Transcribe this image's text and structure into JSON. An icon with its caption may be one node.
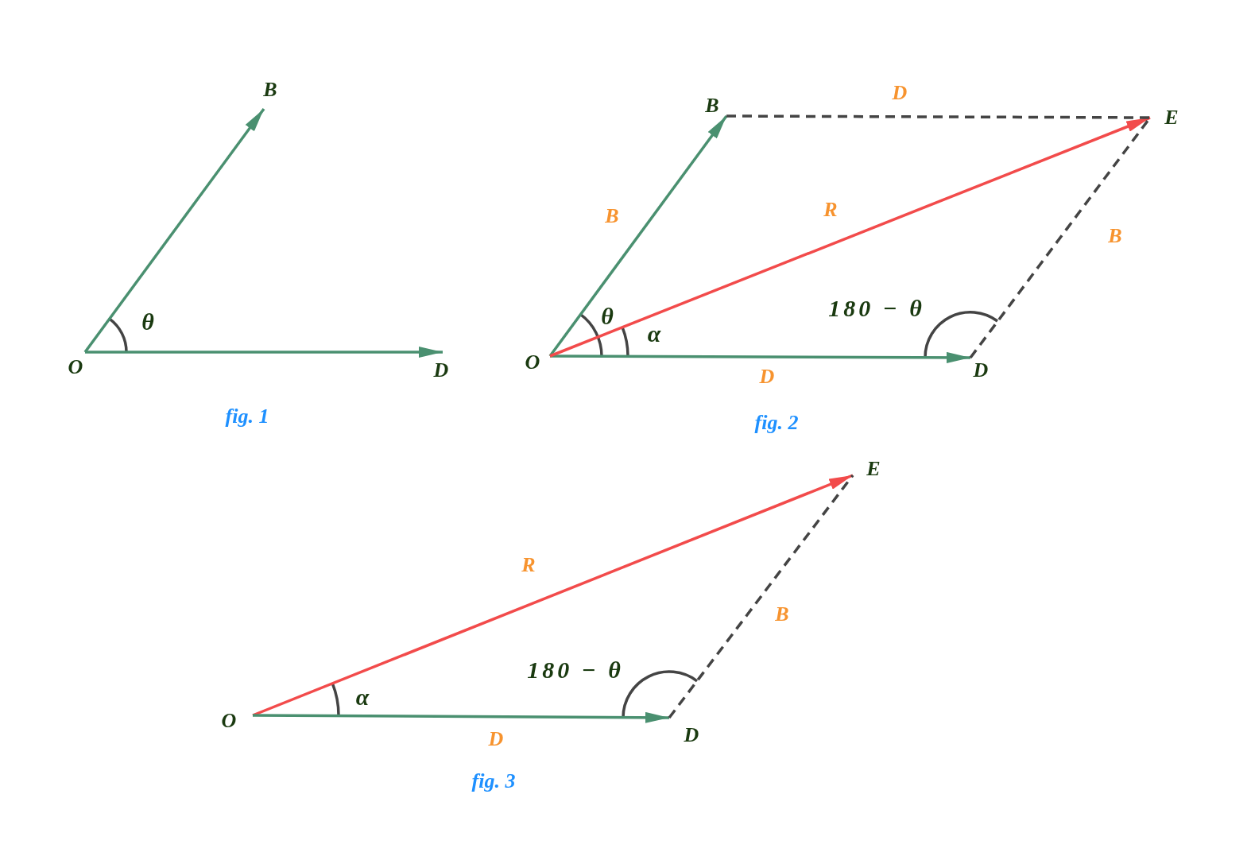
{
  "diagram": {
    "nodes": [
      {
        "text": [
          "O"
        ]
      },
      {
        "text": [
          "B"
        ]
      },
      {
        "text": [
          "D"
        ]
      },
      {
        "text": [
          "B"
        ]
      },
      {
        "text": [
          "E"
        ]
      },
      {
        "text": [
          "O"
        ]
      },
      {
        "text": [
          "D"
        ]
      },
      {
        "text": [
          "E"
        ]
      },
      {
        "text": [
          "O"
        ]
      },
      {
        "text": [
          "D"
        ]
      }
    ],
    "edges": [
      {
        "from": 0,
        "to": 1,
        "arrow": "to"
      },
      {
        "from": 0,
        "to": 2,
        "arrow": "to"
      },
      {
        "from": 5,
        "to": 3,
        "arrow": "to",
        "label": "B"
      },
      {
        "from": 5,
        "to": 6,
        "arrow": "to",
        "label": "D"
      },
      {
        "from": 5,
        "to": 4,
        "arrow": "to",
        "label": "R",
        "color": "#f24b4b"
      },
      {
        "from": 3,
        "to": 4,
        "arrow": "none",
        "label": "D",
        "style": "dashed",
        "color": "#444444"
      },
      {
        "from": 6,
        "to": 4,
        "arrow": "none",
        "label": "B",
        "style": "dashed",
        "color": "#444444"
      },
      {
        "from": 8,
        "to": 7,
        "arrow": "to",
        "label": "R",
        "color": "#f24b4b"
      },
      {
        "from": 8,
        "to": 9,
        "arrow": "to",
        "label": "D"
      },
      {
        "from": 9,
        "to": 7,
        "arrow": "none",
        "label": "B",
        "style": "dashed",
        "color": "#444444"
      }
    ],
    "labels": [
      "θ",
      "180 − θ",
      "θ",
      "α",
      "fig. 1",
      "fig. 2",
      "180 − θ",
      "α",
      "fig. 3"
    ]
  }
}
